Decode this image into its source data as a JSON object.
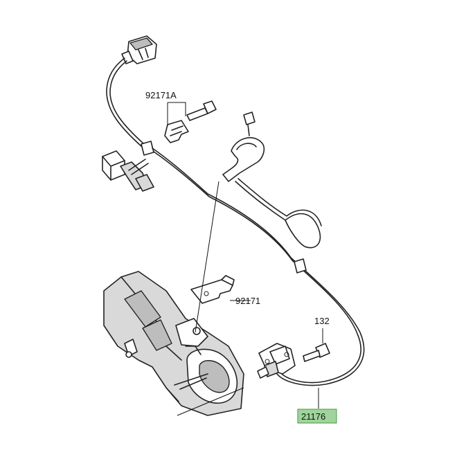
{
  "parts": [
    {
      "id": "clamp-a",
      "label": "92171A"
    },
    {
      "id": "clamp",
      "label": "92171"
    },
    {
      "id": "bolt",
      "label": "132"
    },
    {
      "id": "sensor",
      "label": "21176",
      "highlighted": true
    }
  ],
  "colors": {
    "line": "#222222",
    "highlight_fill": "#9fd49c",
    "highlight_stroke": "#4a9a48"
  }
}
